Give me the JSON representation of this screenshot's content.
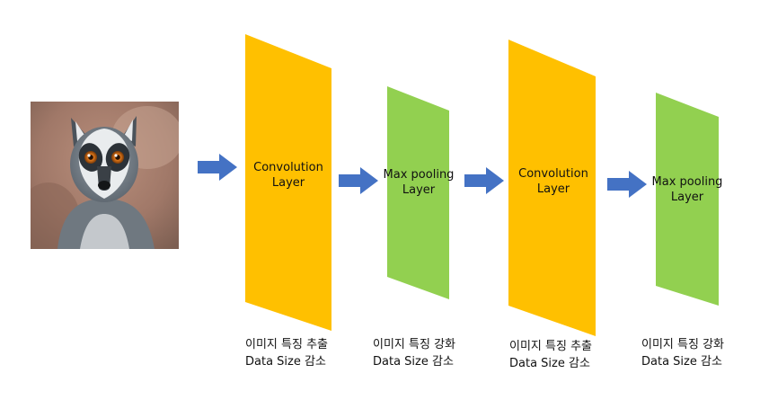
{
  "layers": [
    {
      "line1": "Convolution",
      "line2": "Layer",
      "color": "#FFC000"
    },
    {
      "line1": "Max pooling",
      "line2": "Layer",
      "color": "#92D050"
    },
    {
      "line1": "Convolution",
      "line2": "Layer",
      "color": "#FFC000"
    },
    {
      "line1": "Max pooling",
      "line2": "Layer",
      "color": "#92D050"
    }
  ],
  "captions": [
    {
      "line1": "이미지 특징 추출",
      "line2": "Data Size 감소"
    },
    {
      "line1": "이미지 특징 강화",
      "line2": "Data Size 감소"
    },
    {
      "line1": "이미지 특징 추출",
      "line2": "Data Size 감소"
    },
    {
      "line1": "이미지 특징 강화",
      "line2": "Data Size 감소"
    }
  ],
  "colors": {
    "arrow": "#4472C4",
    "conv": "#FFC000",
    "pool": "#92D050"
  },
  "input_image": {
    "icon": "lemur-photo"
  }
}
